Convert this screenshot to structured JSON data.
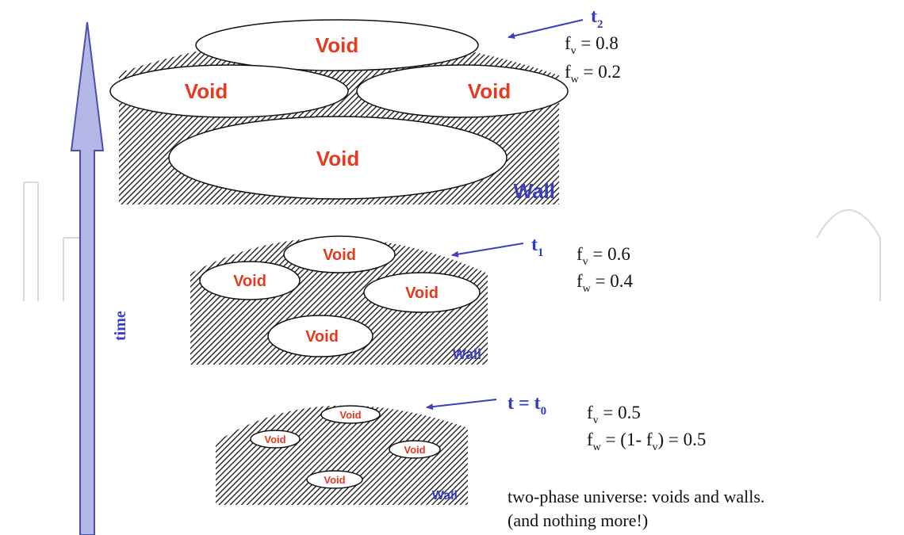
{
  "void_label": "Void",
  "wall_label": "Wall",
  "axis": {
    "label": "time"
  },
  "stages": {
    "t2": {
      "time_main": "t",
      "time_sub": "2",
      "fv": "0.8",
      "fw": "0.2"
    },
    "t1": {
      "time_main": "t",
      "time_sub": "1",
      "fv": "0.6",
      "fw": "0.4"
    },
    "t0": {
      "time_prefix": "t = t",
      "time_sub": "0",
      "fv": "0.5",
      "fw_expr_open": "(1- f",
      "fw_expr_sub": "v",
      "fw_expr_close": ") = 0.5"
    }
  },
  "notes": {
    "line1": "two-phase universe: voids and walls.",
    "line2": "(and nothing  more!)"
  },
  "colors": {
    "void_text": "#e53a1f",
    "wall_text": "#3a3ec0",
    "arrow": "#3a3ec0",
    "time_axis_fill": "#b3b7e6",
    "time_axis_stroke": "#4a4fae"
  }
}
